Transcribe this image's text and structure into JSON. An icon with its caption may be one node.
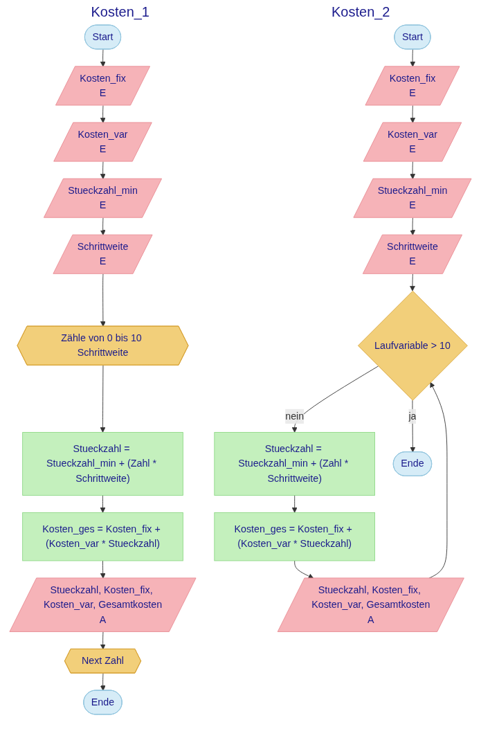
{
  "diagram": {
    "nodes": [
      {
        "text": [
          "Start"
        ]
      },
      {
        "text": [
          "Kosten_fix",
          "E"
        ]
      },
      {
        "text": [
          "Kosten_var",
          "E"
        ]
      },
      {
        "text": [
          "Stueckzahl_min",
          "E"
        ]
      },
      {
        "text": [
          "Schrittweite",
          "E"
        ]
      },
      {
        "text": [
          "Zähle von 0 bis 10 Schrittweite"
        ]
      },
      {
        "text": [
          "Stueckzahl = Stueckzahl_min + (Zahl * Schrittweite)"
        ]
      },
      {
        "text": [
          "Kosten_ges = Kosten_fix + (Kosten_var * Stueckzahl)"
        ]
      },
      {
        "text": [
          "Stueckzahl, Kosten_fix, Kosten_var, Gesamtkosten",
          "A"
        ]
      },
      {
        "text": [
          "Next Zahl"
        ]
      },
      {
        "text": [
          "Ende"
        ]
      },
      {
        "text": [
          "Start"
        ]
      },
      {
        "text": [
          "Kosten_fix",
          "E"
        ]
      },
      {
        "text": [
          "Kosten_var",
          "E"
        ]
      },
      {
        "text": [
          "Stueckzahl_min",
          "E"
        ]
      },
      {
        "text": [
          "Schrittweite",
          "E"
        ]
      },
      {
        "text": [
          "Laufvariable > 10"
        ]
      },
      {
        "text": [
          "Stueckzahl = Stueckzahl_min + (Zahl * Schrittweite)"
        ]
      },
      {
        "text": [
          "Kosten_ges = Kosten_fix + (Kosten_var * Stueckzahl)"
        ]
      },
      {
        "text": [
          "Stueckzahl, Kosten_fix, Kosten_var, Gesamtkosten",
          "A"
        ]
      },
      {
        "text": [
          "Ende"
        ]
      }
    ],
    "edges": [
      {
        "from": 0,
        "to": 1,
        "arrow": "to"
      },
      {
        "from": 1,
        "to": 2,
        "arrow": "to"
      },
      {
        "from": 2,
        "to": 3,
        "arrow": "to"
      },
      {
        "from": 3,
        "to": 4,
        "arrow": "to"
      },
      {
        "from": 4,
        "to": 5,
        "arrow": "to"
      },
      {
        "from": 5,
        "to": 6,
        "arrow": "to"
      },
      {
        "from": 6,
        "to": 7,
        "arrow": "to"
      },
      {
        "from": 7,
        "to": 8,
        "arrow": "to"
      },
      {
        "from": 8,
        "to": 9,
        "arrow": "to"
      },
      {
        "from": 9,
        "to": 10,
        "arrow": "to"
      },
      {
        "from": 11,
        "to": 12,
        "arrow": "to"
      },
      {
        "from": 12,
        "to": 13,
        "arrow": "to"
      },
      {
        "from": 13,
        "to": 14,
        "arrow": "to"
      },
      {
        "from": 14,
        "to": 15,
        "arrow": "to"
      },
      {
        "from": 15,
        "to": 16,
        "arrow": "to"
      },
      {
        "from": 16,
        "to": 17,
        "label": "nein",
        "arrow": "to"
      },
      {
        "from": 17,
        "to": 18,
        "arrow": "to"
      },
      {
        "from": 18,
        "to": 19,
        "arrow": "to"
      },
      {
        "from": 19,
        "to": 16,
        "arrow": "to"
      },
      {
        "from": 16,
        "to": 20,
        "label": "ja",
        "arrow": "to"
      }
    ],
    "labels": [
      "Kosten_1",
      "Kosten_2"
    ]
  }
}
